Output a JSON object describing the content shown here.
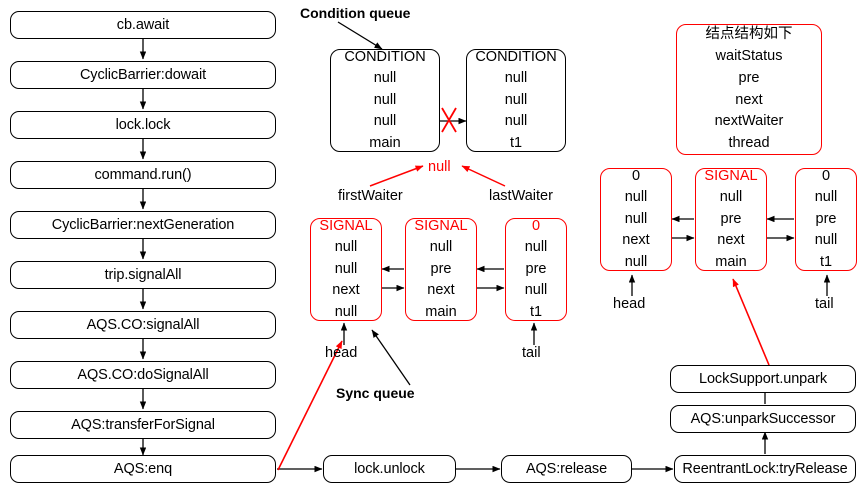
{
  "flow_left": {
    "steps": [
      {
        "label": "cb.await"
      },
      {
        "label": "CyclicBarrier:dowait"
      },
      {
        "label": "lock.lock"
      },
      {
        "label": "command.run()"
      },
      {
        "label": "CyclicBarrier:nextGeneration"
      },
      {
        "label": "trip.signalAll"
      },
      {
        "label": "AQS.CO:signalAll"
      },
      {
        "label": "AQS.CO:doSignalAll"
      },
      {
        "label": "AQS:transferForSignal"
      },
      {
        "label": "AQS:enq"
      }
    ]
  },
  "flow_bottom": {
    "steps": [
      {
        "label": "lock.unlock"
      },
      {
        "label": "AQS:release"
      },
      {
        "label": "ReentrantLock:tryRelease"
      }
    ]
  },
  "flow_right_up": {
    "steps": [
      {
        "label": "AQS:unparkSuccessor"
      },
      {
        "label": "LockSupport.unpark"
      }
    ]
  },
  "condition_queue": {
    "title": "Condition queue",
    "nodes": [
      {
        "fields": [
          {
            "text": "CONDITION",
            "color": "#000000"
          },
          {
            "text": "null",
            "color": "#000000"
          },
          {
            "text": "null",
            "color": "#000000"
          },
          {
            "text": "null",
            "color": "#000000"
          },
          {
            "text": "main",
            "color": "#000000"
          }
        ]
      },
      {
        "fields": [
          {
            "text": "CONDITION",
            "color": "#000000"
          },
          {
            "text": "null",
            "color": "#000000"
          },
          {
            "text": "null",
            "color": "#000000"
          },
          {
            "text": "null",
            "color": "#000000"
          },
          {
            "text": "t1",
            "color": "#000000"
          }
        ]
      }
    ],
    "pointer_value": "null",
    "first_waiter_label": "firstWaiter",
    "last_waiter_label": "lastWaiter"
  },
  "sync_queue_left": {
    "title": "Sync queue",
    "head_label": "head",
    "tail_label": "tail",
    "nodes": [
      {
        "fields": [
          {
            "text": "SIGNAL",
            "color": "#ff0000"
          },
          {
            "text": "null",
            "color": "#000000"
          },
          {
            "text": "null",
            "color": "#000000"
          },
          {
            "text": "next",
            "color": "#000000"
          },
          {
            "text": "null",
            "color": "#000000"
          }
        ]
      },
      {
        "fields": [
          {
            "text": "SIGNAL",
            "color": "#ff0000"
          },
          {
            "text": "null",
            "color": "#000000"
          },
          {
            "text": "pre",
            "color": "#000000"
          },
          {
            "text": "next",
            "color": "#000000"
          },
          {
            "text": "main",
            "color": "#000000"
          }
        ]
      },
      {
        "fields": [
          {
            "text": "0",
            "color": "#ff0000"
          },
          {
            "text": "null",
            "color": "#000000"
          },
          {
            "text": "pre",
            "color": "#000000"
          },
          {
            "text": "null",
            "color": "#000000"
          },
          {
            "text": "t1",
            "color": "#000000"
          }
        ]
      }
    ]
  },
  "sync_queue_right": {
    "head_label": "head",
    "tail_label": "tail",
    "nodes": [
      {
        "fields": [
          {
            "text": "0",
            "color": "#000000"
          },
          {
            "text": "null",
            "color": "#000000"
          },
          {
            "text": "null",
            "color": "#000000"
          },
          {
            "text": "next",
            "color": "#000000"
          },
          {
            "text": "null",
            "color": "#000000"
          }
        ]
      },
      {
        "fields": [
          {
            "text": "SIGNAL",
            "color": "#ff0000"
          },
          {
            "text": "null",
            "color": "#000000"
          },
          {
            "text": "pre",
            "color": "#000000"
          },
          {
            "text": "next",
            "color": "#000000"
          },
          {
            "text": "main",
            "color": "#000000"
          }
        ]
      },
      {
        "fields": [
          {
            "text": "0",
            "color": "#000000"
          },
          {
            "text": "null",
            "color": "#000000"
          },
          {
            "text": "pre",
            "color": "#000000"
          },
          {
            "text": "null",
            "color": "#000000"
          },
          {
            "text": "t1",
            "color": "#000000"
          }
        ]
      }
    ]
  },
  "legend": {
    "fields": [
      {
        "text": "结点结构如下"
      },
      {
        "text": "waitStatus"
      },
      {
        "text": "pre"
      },
      {
        "text": "next"
      },
      {
        "text": "nextWaiter"
      },
      {
        "text": "thread"
      }
    ]
  },
  "colors": {
    "red": "#ff0000",
    "black": "#000000",
    "background": "#ffffff"
  }
}
